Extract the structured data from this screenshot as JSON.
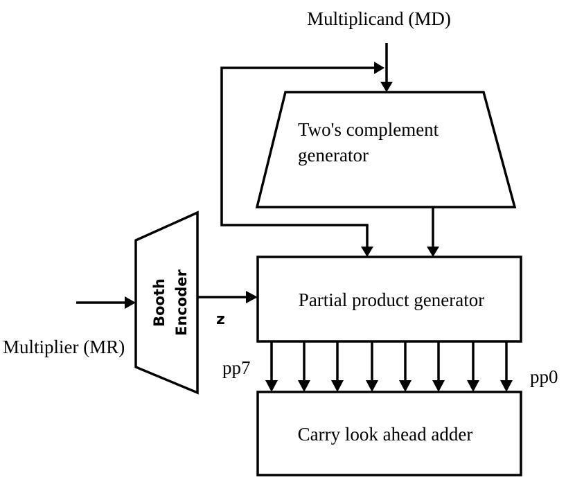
{
  "labels": {
    "multiplicand": "Multiplicand (MD)",
    "twos_complement_line1": "Two's complement",
    "twos_complement_line2": "generator",
    "booth_line1": "Booth",
    "booth_line2": "Encoder",
    "partial_product": "Partial product generator",
    "cla": "Carry look ahead adder",
    "multiplier": "Multiplier (MR)",
    "z": "z",
    "pp7": "pp7",
    "pp0": "pp0"
  },
  "colors": {
    "line": "#000000",
    "background": "#ffffff"
  }
}
